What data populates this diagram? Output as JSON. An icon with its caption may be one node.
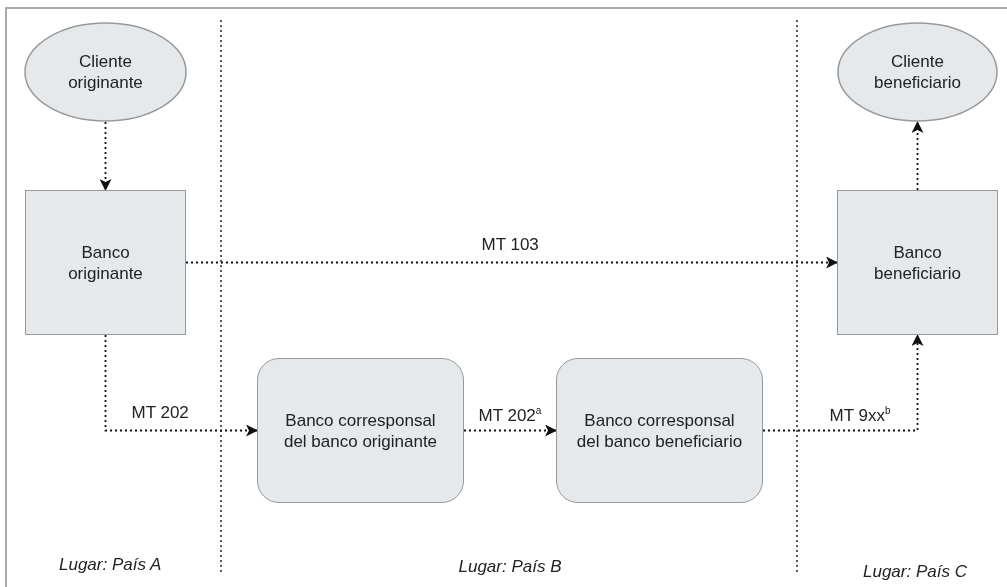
{
  "diagram": {
    "nodes": [
      {
        "text": [
          "Cliente originante"
        ]
      },
      {
        "text": [
          "Banco originante"
        ]
      },
      {
        "text": [
          "Banco corresponsal del banco originante"
        ]
      },
      {
        "text": [
          "Banco corresponsal del banco beneficiario"
        ]
      },
      {
        "text": [
          "Banco beneficiario"
        ]
      },
      {
        "text": [
          "Cliente beneficiario"
        ]
      }
    ],
    "edges": [
      {
        "from": 0,
        "to": 1,
        "arrow": "to"
      },
      {
        "from": 1,
        "to": 4,
        "arrow": "to",
        "label": "MT 103"
      },
      {
        "from": 1,
        "to": 2,
        "arrow": "to",
        "label": "MT 202"
      },
      {
        "from": 2,
        "to": 3,
        "arrow": "to",
        "label": "MT 202$^{a}$"
      },
      {
        "from": 3,
        "to": 4,
        "arrow": "to",
        "label": "MT 9xx$^{b}$"
      },
      {
        "from": 4,
        "to": 5,
        "arrow": "to"
      }
    ],
    "labels": [
      "Lugar: País A",
      "Lugar: País B",
      "Lugar: País C"
    ]
  }
}
